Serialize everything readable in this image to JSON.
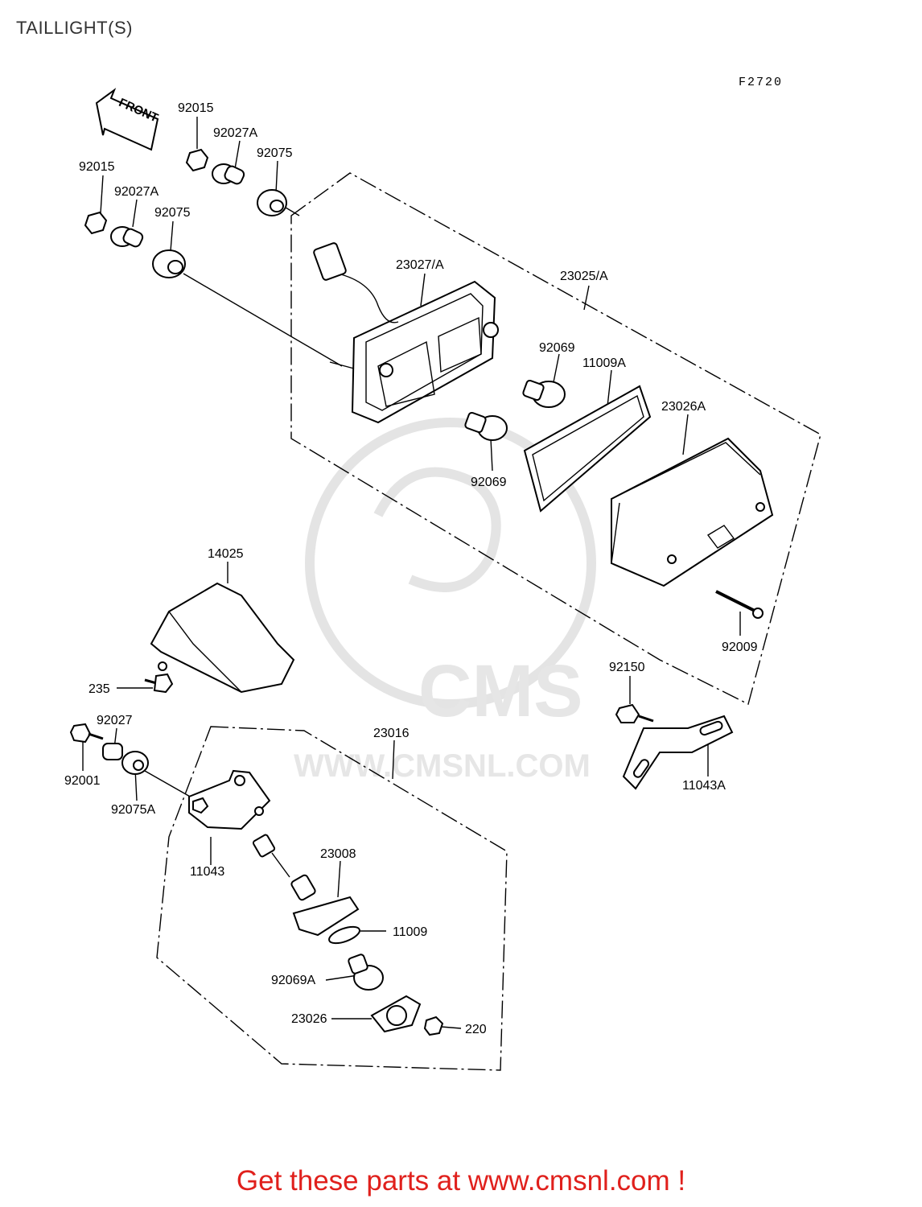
{
  "title": "TAILLIGHT(S)",
  "figure_code": "F2720",
  "front_arrow_label": "FRONT",
  "watermark": {
    "brand": "CMS",
    "url": "WWW.CMSNL.COM"
  },
  "footer": "Get these parts at www.cmsnl.com !",
  "parts": [
    {
      "id": "p1",
      "label": "92015"
    },
    {
      "id": "p2",
      "label": "92027A"
    },
    {
      "id": "p3",
      "label": "92075"
    },
    {
      "id": "p4",
      "label": "92015"
    },
    {
      "id": "p5",
      "label": "92027A"
    },
    {
      "id": "p6",
      "label": "92075"
    },
    {
      "id": "p7",
      "label": "23027/A"
    },
    {
      "id": "p8",
      "label": "23025/A"
    },
    {
      "id": "p9",
      "label": "92069"
    },
    {
      "id": "p10",
      "label": "11009A"
    },
    {
      "id": "p11",
      "label": "23026A"
    },
    {
      "id": "p12",
      "label": "92069"
    },
    {
      "id": "p13",
      "label": "14025"
    },
    {
      "id": "p14",
      "label": "92009"
    },
    {
      "id": "p15",
      "label": "235"
    },
    {
      "id": "p16",
      "label": "92150"
    },
    {
      "id": "p17",
      "label": "92027"
    },
    {
      "id": "p18",
      "label": "23016"
    },
    {
      "id": "p19",
      "label": "92001"
    },
    {
      "id": "p20",
      "label": "92075A"
    },
    {
      "id": "p21",
      "label": "11043A"
    },
    {
      "id": "p22",
      "label": "11043"
    },
    {
      "id": "p23",
      "label": "23008"
    },
    {
      "id": "p24",
      "label": "11009"
    },
    {
      "id": "p25",
      "label": "92069A"
    },
    {
      "id": "p26",
      "label": "23026"
    },
    {
      "id": "p27",
      "label": "220"
    }
  ]
}
